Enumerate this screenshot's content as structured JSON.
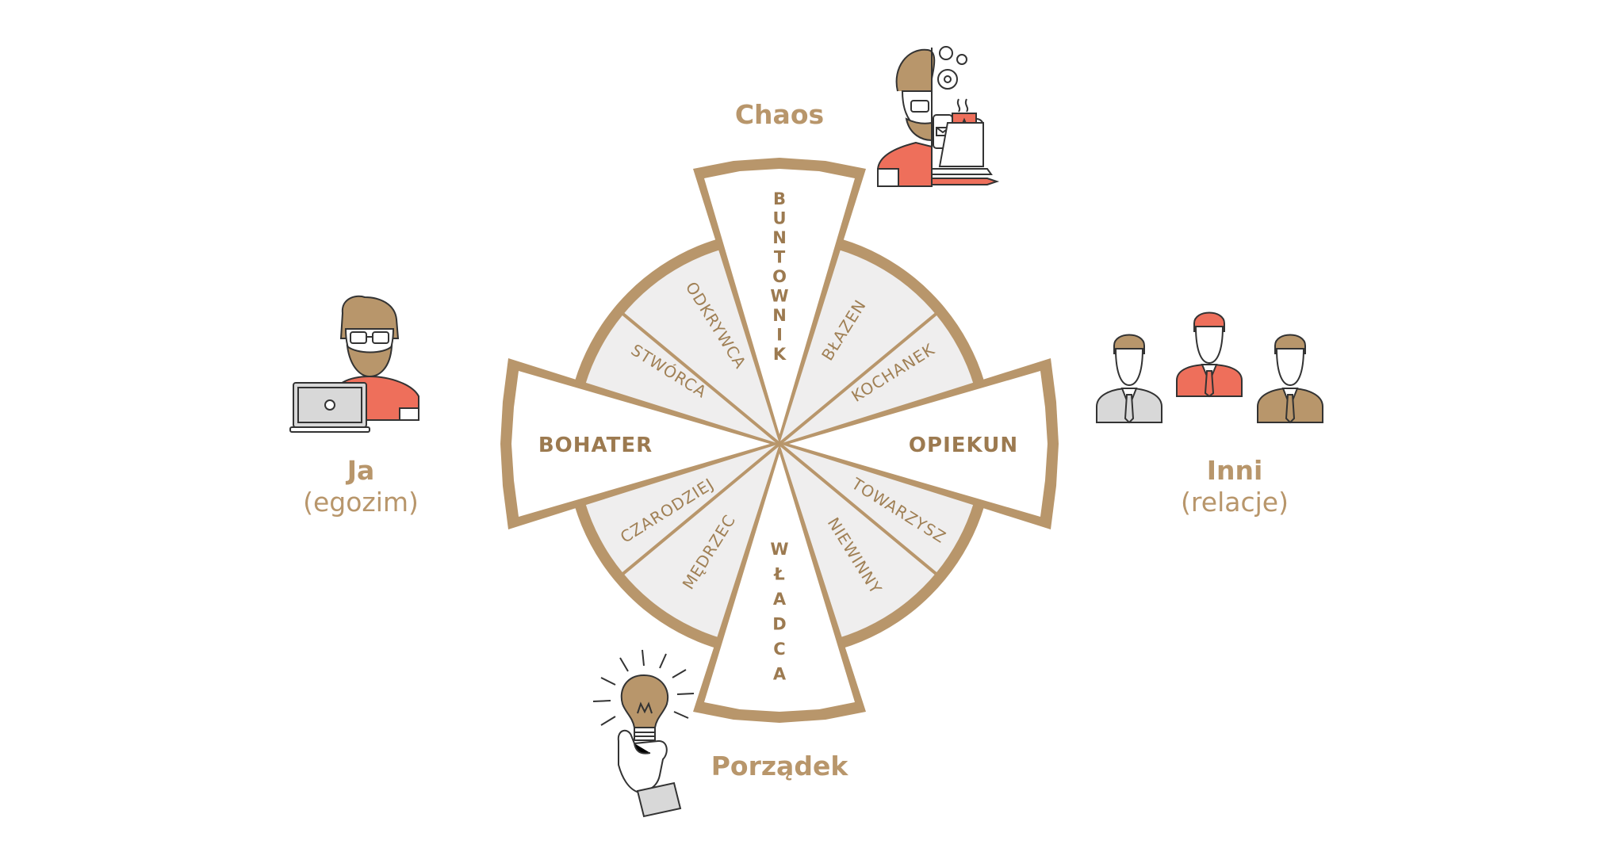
{
  "colors": {
    "brand": "#B8966B",
    "text": "#A08055",
    "sector_fill": "#EFEEEE",
    "accent_red": "#EE6F5B",
    "line": "#333333"
  },
  "axes": {
    "top": "Chaos",
    "bottom": "Porządek",
    "left_title": "Ja",
    "left_sub": "(egozim)",
    "right_title": "Inni",
    "right_sub": "(relacje)"
  },
  "arms": {
    "top": "BUNTOWNIK",
    "bottom": "WŁADCA",
    "left": "BOHATER",
    "right": "OPIEKUN"
  },
  "sectors": {
    "top_left_upper": "ODKRYWCA",
    "top_left_lower": "STWÓRCA",
    "top_right_upper": "BŁAZEN",
    "top_right_lower": "KOCHANEK",
    "bottom_right_upper": "TOWARZYSZ",
    "bottom_right_lower": "NIEWINNY",
    "bottom_left_upper": "CZARODZIEJ",
    "bottom_left_lower": "MĘDRZEC"
  },
  "icons": {
    "top": "creative-worker-icon",
    "left": "man-with-laptop-icon",
    "right": "group-of-people-icon",
    "bottom": "hand-holding-lightbulb-icon"
  }
}
